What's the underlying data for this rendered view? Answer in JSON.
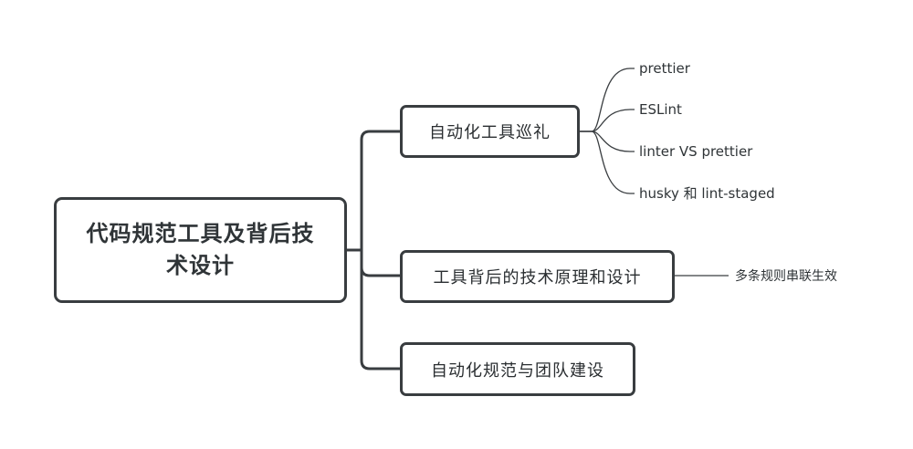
{
  "mindmap": {
    "root": {
      "label": "代码规范工具及背后技术设计"
    },
    "topics": [
      {
        "label": "自动化工具巡礼",
        "children": [
          "prettier",
          "ESLint",
          "linter VS prettier",
          "husky 和 lint-staged"
        ]
      },
      {
        "label": "工具背后的技术原理和设计",
        "children": [
          "多条规则串联生效"
        ]
      },
      {
        "label": "自动化规范与团队建设",
        "children": []
      }
    ]
  },
  "colors": {
    "stroke": "#393d40",
    "text": "#2f3437",
    "background": "#ffffff"
  }
}
